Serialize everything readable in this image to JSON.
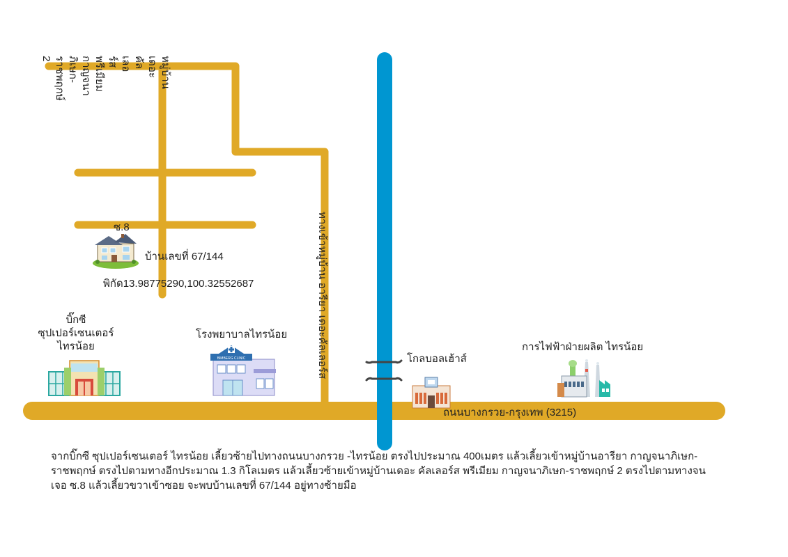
{
  "colors": {
    "road": "#e0a927",
    "river": "#0096d1",
    "text": "#222222"
  },
  "roads": {
    "main_road_label": "ถนนบางกรวย-กรุงเทพ (3215)",
    "village_entrance_label": "ทางเข้าหมู่บ้าน อารียา เดอะคัลเลอร์ส",
    "village_label": "หมู่บ้าน เดอะคัลเลอร์ส พรีเมียม กาญจนาภิเษก-ราชพฤกษ์ 2",
    "soi_label": "ซ.8"
  },
  "landmarks": {
    "house_label": "บ้านเลขที่ 67/144",
    "coordinates_label": "พิกัด13.98775290,100.32552687",
    "bigc_label": "บิ๊กซี\nซุปเปอร์เซนเตอร์\nไทรน้อย",
    "hospital_label": "โรงพยาบาลไทรน้อย",
    "globalhouse_label": "โกลบอลเฮ้าส์",
    "egat_label": "การไฟฟ้าฝ่ายผลิต ไทรน้อย",
    "clinic_sign": "BIMBERG CLINIC"
  },
  "icons": [
    "house-icon",
    "supermarket-icon",
    "hospital-icon",
    "store-icon",
    "power-plant-icon",
    "bridge-icon"
  ],
  "directions": "จากบิ๊กซี ซุปเปอร์เซนเตอร์ ไทรน้อย เลี้ยวซ้ายไปทางถนนบางกรวย -ไทรน้อย ตรงไปประมาณ 400เมตร แล้วเลี้ยวเข้าหมู่บ้านอารียา กาญจนาภิเษก-ราชพฤกษ์ ตรงไปตามทางอีกประมาณ 1.3 กิโลเมตร แล้วเลี้ยวซ้ายเข้าหมู่บ้านเดอะ คัลเลอร์ส พรีเมียม กาญจนาภิเษก-ราชพฤกษ์ 2 ตรงไปตามทางจนเจอ ซ.8 แล้วเลี้ยวขวาเข้าซอย จะพบบ้านเลขที่ 67/144 อยู่ทางซ้ายมือ"
}
